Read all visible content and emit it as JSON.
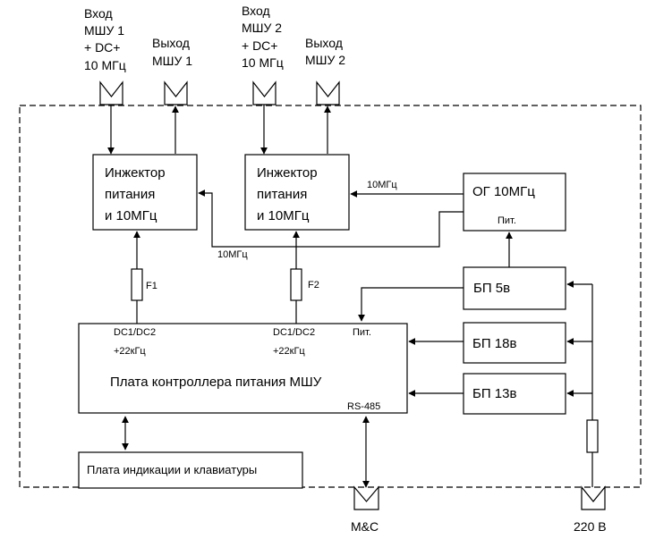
{
  "connectors": {
    "in1": [
      "Вход",
      "МШУ 1",
      "+ DC+",
      "10 МГц"
    ],
    "out1": [
      "Выход",
      "МШУ 1"
    ],
    "in2": [
      "Вход",
      "МШУ 2",
      "+ DC+",
      "10 МГц"
    ],
    "out2": [
      "Выход",
      "МШУ 2"
    ],
    "mc": "M&C",
    "mains": "220 В"
  },
  "blocks": {
    "injector1": [
      "Инжектор",
      "питания",
      "и 10МГц"
    ],
    "injector2": [
      "Инжектор",
      "питания",
      "и 10МГц"
    ],
    "osc": "ОГ 10МГц",
    "osc_pwr": "Пит.",
    "psu5": "БП 5в",
    "psu18": "БП 18в",
    "psu13": "БП 13в",
    "controller": "Плата контроллера питания МШУ",
    "ctrl_dc1": [
      "DC1/DC2",
      "+22кГц"
    ],
    "ctrl_dc2": [
      "DC1/DC2",
      "+22кГц"
    ],
    "ctrl_pwr": "Пит.",
    "ctrl_rs485": "RS-485",
    "indication": "Плата индикации и клавиатуры"
  },
  "signals": {
    "ref_to_inj2": "10МГц",
    "ref_to_inj1": "10МГц"
  },
  "fuses": {
    "f1": "F1",
    "f2": "F2"
  }
}
